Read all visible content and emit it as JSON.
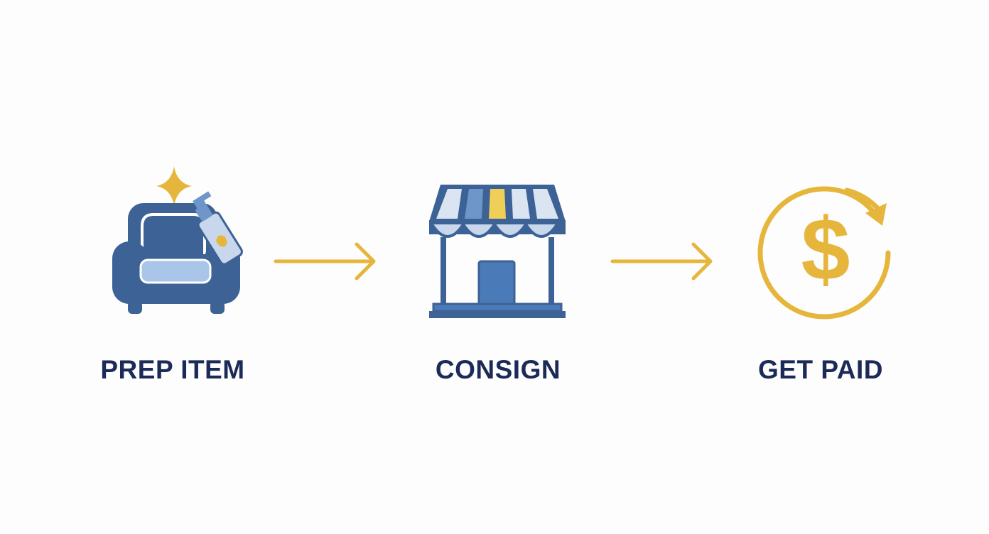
{
  "colors": {
    "primary_blue": "#3d6296",
    "light_blue": "#a9c6e8",
    "pale_blue": "#c8d7ec",
    "gold": "#e6b63c",
    "label": "#1c2a58",
    "background": "#fdfdfd"
  },
  "steps": [
    {
      "label": "PREP ITEM",
      "icon": "armchair-cleaning-icon"
    },
    {
      "label": "CONSIGN",
      "icon": "storefront-icon"
    },
    {
      "label": "GET PAID",
      "icon": "dollar-cycle-icon"
    }
  ],
  "connectors": [
    {
      "from": "PREP ITEM",
      "to": "CONSIGN",
      "icon": "arrow-right-icon"
    },
    {
      "from": "CONSIGN",
      "to": "GET PAID",
      "icon": "arrow-right-icon"
    }
  ]
}
